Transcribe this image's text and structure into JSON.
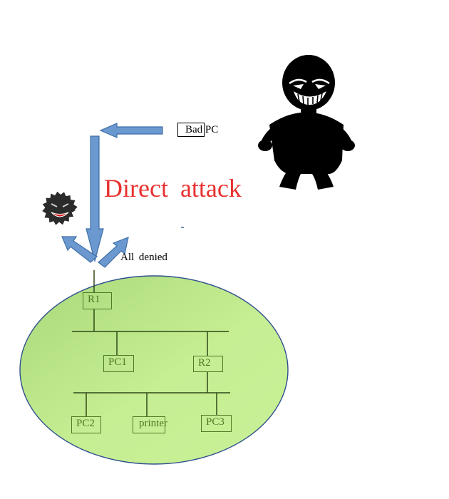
{
  "diagram": {
    "title": "Direct  attack",
    "bad_pc_label": "Bad PC",
    "denied_label": "All  denied",
    "nodes": {
      "r1": "R1",
      "pc1": "PC1",
      "r2": "R2",
      "pc2": "PC2",
      "printer": "printer",
      "pc3": "PC3"
    },
    "icons": [
      "bad-guy-icon",
      "virus-icon",
      "arrow-icon"
    ],
    "colors": {
      "title": "#e8312f",
      "arrow_fill": "#6b98cf",
      "arrow_stroke": "#3f6fa7",
      "network_fill": "#c6ee93",
      "network_stroke": "#2e4f8e",
      "node_stroke": "#4e7a25",
      "virus": "#222222",
      "virus_mouth": "#d81e1e"
    }
  }
}
